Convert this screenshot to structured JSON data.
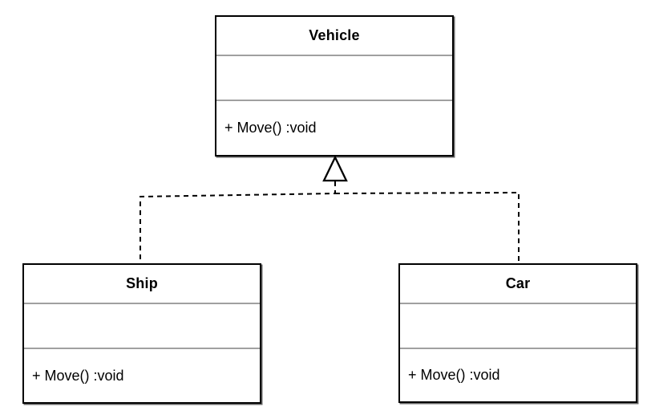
{
  "diagram": {
    "type": "uml-class-diagram",
    "classes": [
      {
        "id": "vehicle",
        "name": "Vehicle",
        "attributes": [],
        "methods": [
          "+ Move() :void"
        ]
      },
      {
        "id": "ship",
        "name": "Ship",
        "attributes": [],
        "methods": [
          "+ Move() :void"
        ]
      },
      {
        "id": "car",
        "name": "Car",
        "attributes": [],
        "methods": [
          "+ Move() :void"
        ]
      }
    ],
    "relationships": [
      {
        "from": "Ship",
        "to": "Vehicle",
        "type": "realization",
        "line_style": "dashed",
        "arrowhead": "hollow-triangle"
      },
      {
        "from": "Car",
        "to": "Vehicle",
        "type": "realization",
        "line_style": "dashed",
        "arrowhead": "hollow-triangle"
      }
    ],
    "colors": {
      "background": "#ffffff",
      "box_fill": "#ffffff",
      "box_border": "#000000",
      "section_divider": "#a0a0a0",
      "text": "#000000",
      "connector": "#000000"
    }
  }
}
